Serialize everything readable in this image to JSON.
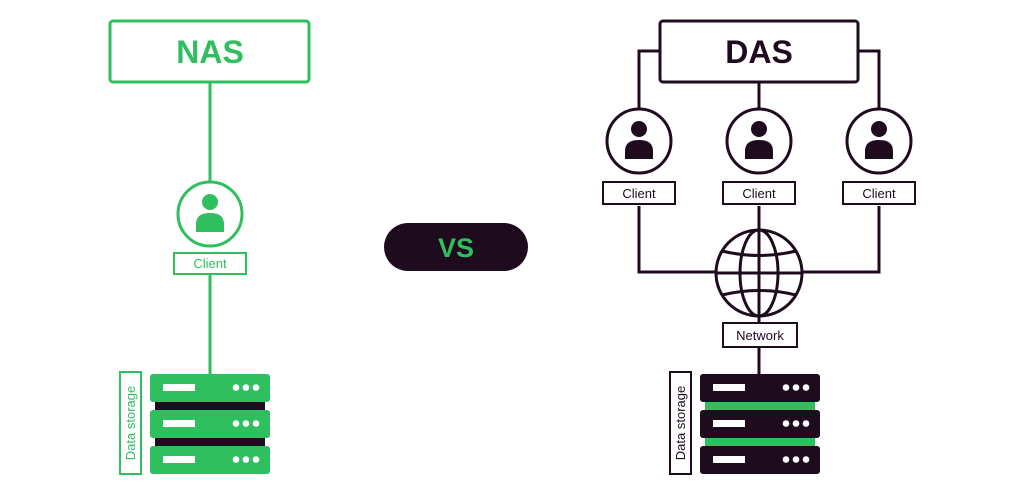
{
  "colors": {
    "green": "#2fbf5f",
    "dark": "#1e0b1e",
    "white": "#ffffff"
  },
  "nas": {
    "title": "NAS",
    "client_label": "Client",
    "storage_label": "Data storage"
  },
  "vs": {
    "label": "VS"
  },
  "das": {
    "title": "DAS",
    "clients": [
      {
        "label": "Client"
      },
      {
        "label": "Client"
      },
      {
        "label": "Client"
      }
    ],
    "network_label": "Network",
    "storage_label": "Data storage"
  }
}
